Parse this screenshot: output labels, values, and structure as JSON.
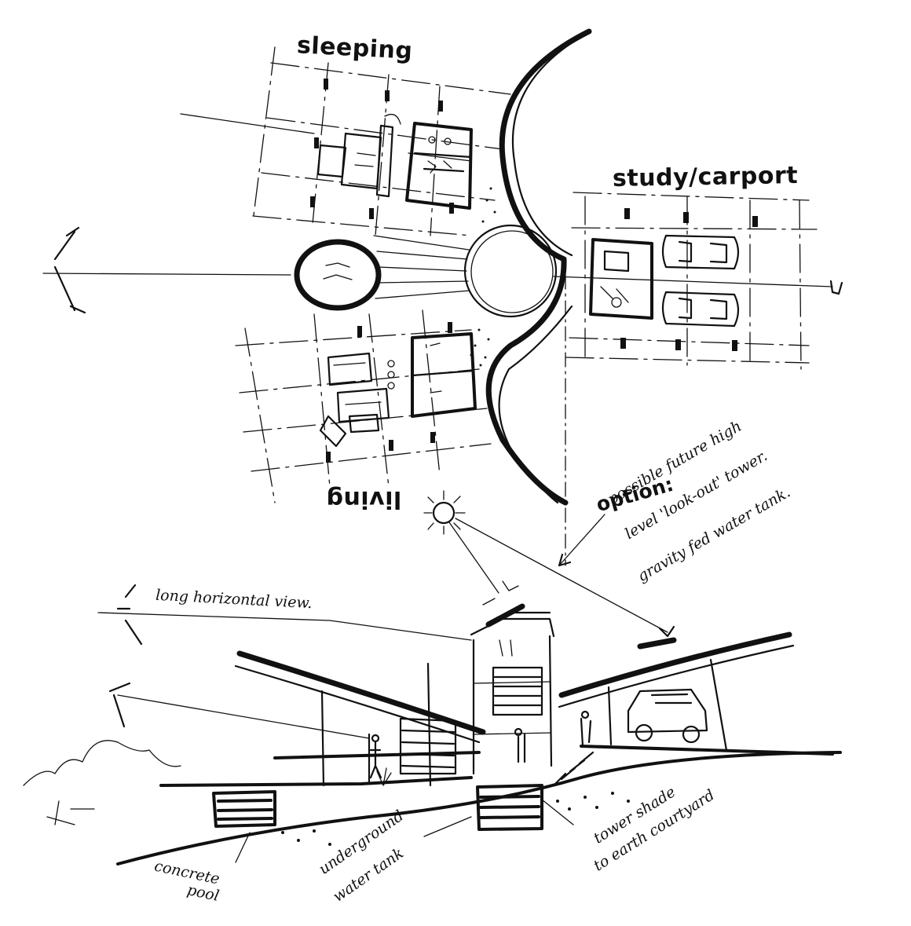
{
  "plan": {
    "sleeping_label": "sleeping",
    "study_carport_label": "study/carport",
    "living_label": "living"
  },
  "section": {
    "option_heading": "option:",
    "option_line1": "possible future high",
    "option_line2": "level 'look-out' tower.",
    "option_line3": "gravity fed water tank.",
    "view_label": "long horizontal view.",
    "pool_line1": "concrete",
    "pool_line2": "pool",
    "tank_line1": "underground",
    "tank_line2": "water tank",
    "tower_line1": "tower shade",
    "tower_line2": "to earth courtyard"
  }
}
